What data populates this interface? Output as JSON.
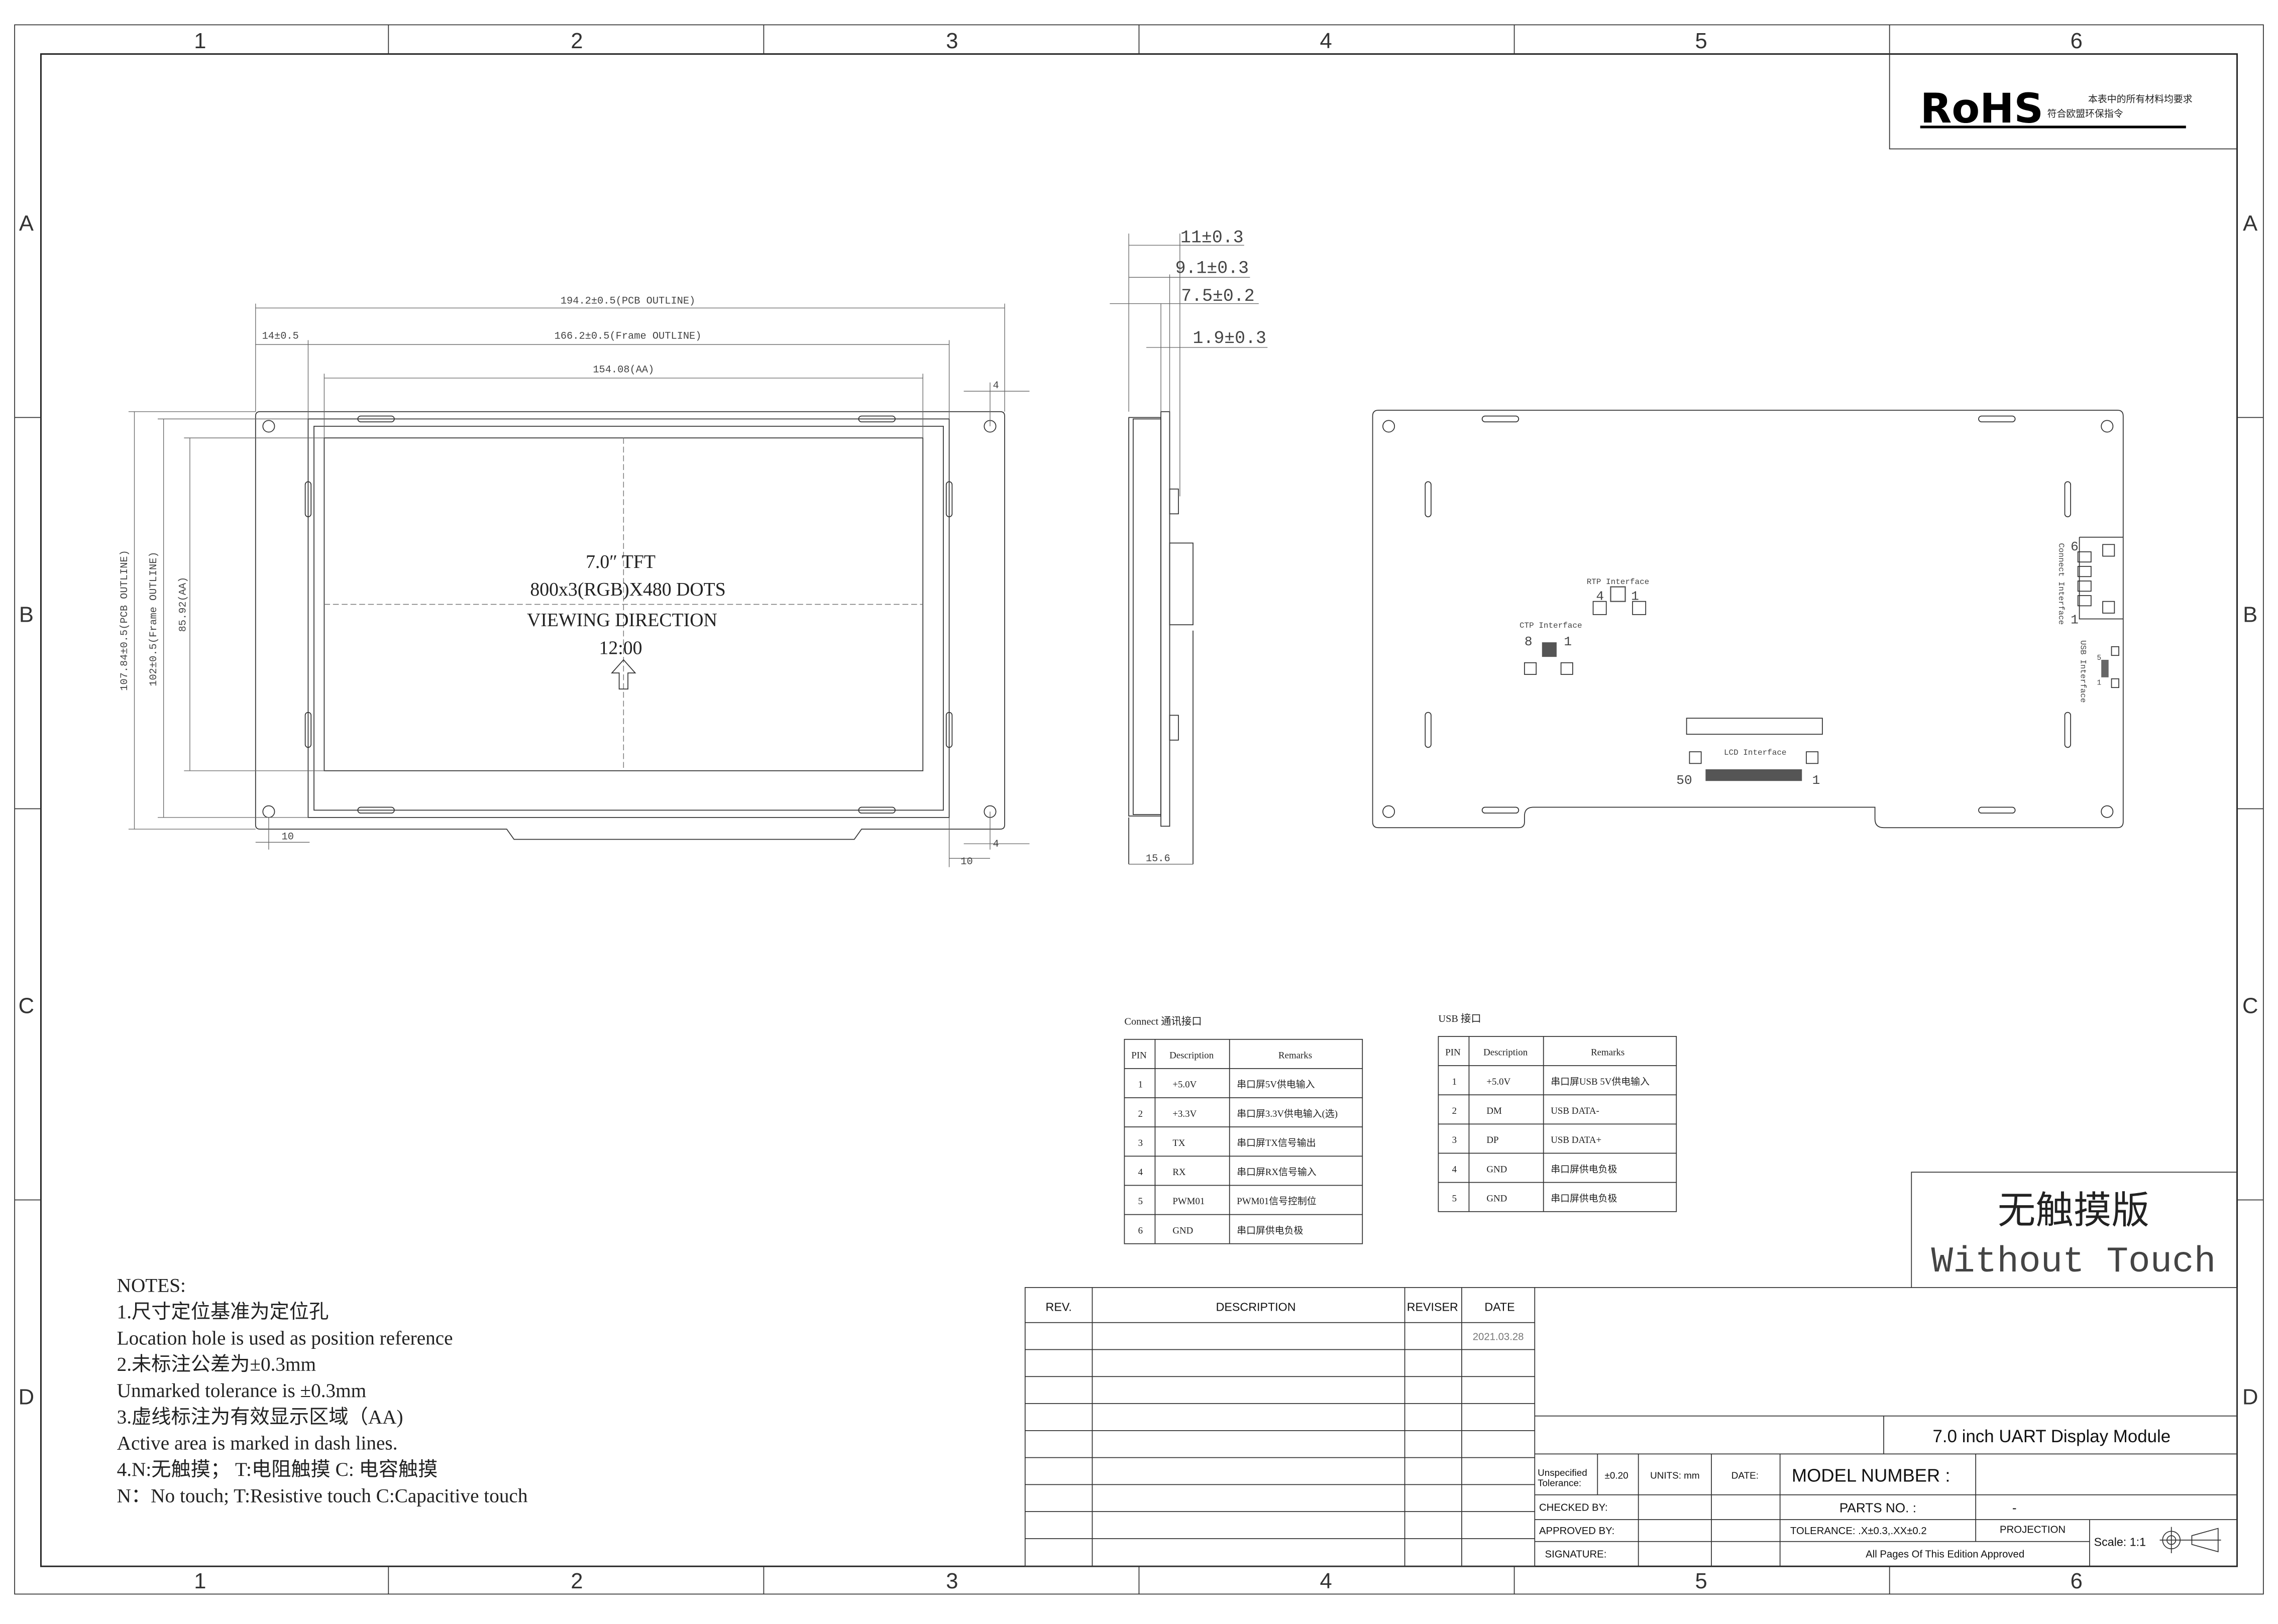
{
  "zones": {
    "columns": [
      "1",
      "2",
      "3",
      "4",
      "5",
      "6"
    ],
    "rows": [
      "A",
      "B",
      "C",
      "D"
    ]
  },
  "rohs": {
    "logo": "RoHS",
    "line1": "本表中的所有材料均要求",
    "line2": "符合欧盟环保指令"
  },
  "front_view": {
    "dim_pcb_width": "194.2±0.5(PCB OUTLINE)",
    "dim_offset": "14±0.5",
    "dim_frame_width": "166.2±0.5(Frame OUTLINE)",
    "dim_aa_width": "154.08(AA)",
    "dim_pcb_height": "107.84±0.5(PCB OUTLINE)",
    "dim_frame_height": "102±0.5(Frame OUTLINE)",
    "dim_aa_height": "85.92(AA)",
    "dim_hole_top": "4",
    "dim_hole_bottom": "4",
    "dim_hole_left": "10",
    "dim_hole_right": "10",
    "size": "7.0″ TFT",
    "resolution": "800x3(RGB)X480 DOTS",
    "viewing_label": "VIEWING DIRECTION",
    "viewing_value": "12:00"
  },
  "side_view": {
    "dim1": "11±0.3",
    "dim2": "9.1±0.3",
    "dim3": "7.5±0.2",
    "dim4": "1.9±0.3",
    "dim_depth": "15.6"
  },
  "back_view": {
    "rtp": "RTP Interface",
    "rtp_pin_a": "4",
    "rtp_pin_b": "1",
    "ctp": "CTP Interface",
    "ctp_pin_a": "8",
    "ctp_pin_b": "1",
    "lcd": "LCD Interface",
    "lcd_pin_a": "50",
    "lcd_pin_b": "1",
    "connect": "Connect Interface",
    "connect_pin_a": "6",
    "connect_pin_b": "1",
    "usb": "USB Interface",
    "usb_pin_a": "5",
    "usb_pin_b": "1"
  },
  "connect_table": {
    "title": "Connect 通讯接口",
    "headers": [
      "PIN",
      "Description",
      "Remarks"
    ],
    "rows": [
      [
        "1",
        "+5.0V",
        "串口屏5V供电输入"
      ],
      [
        "2",
        "+3.3V",
        "串口屏3.3V供电输入(选)"
      ],
      [
        "3",
        "TX",
        "串口屏TX信号输出"
      ],
      [
        "4",
        "RX",
        "串口屏RX信号输入"
      ],
      [
        "5",
        "PWM01",
        "PWM01信号控制位"
      ],
      [
        "6",
        "GND",
        "串口屏供电负极"
      ]
    ]
  },
  "usb_table": {
    "title": "USB 接口",
    "headers": [
      "PIN",
      "Description",
      "Remarks"
    ],
    "rows": [
      [
        "1",
        "+5.0V",
        "串口屏USB 5V供电输入"
      ],
      [
        "2",
        "DM",
        "USB DATA-"
      ],
      [
        "3",
        "DP",
        "USB DATA+"
      ],
      [
        "4",
        "GND",
        "串口屏供电负极"
      ],
      [
        "5",
        "GND",
        "串口屏供电负极"
      ]
    ]
  },
  "variant": {
    "cn": "无触摸版",
    "en": "Without Touch"
  },
  "notes": {
    "title": "NOTES:",
    "lines": [
      "1.尺寸定位基准为定位孔",
      "Location hole is used as position reference",
      "2.未标注公差为±0.3mm",
      "Unmarked tolerance is ±0.3mm",
      "3.虚线标注为有效显示区域（AA)",
      "Active area is marked in dash lines.",
      "4.N:无触摸；  T:电阻触摸  C: 电容触摸",
      "N：No touch; T:Resistive touch C:Capacitive touch"
    ]
  },
  "revision_table": {
    "headers": [
      "REV.",
      "DESCRIPTION",
      "REVISER",
      "DATE"
    ],
    "date": "2021.03.28"
  },
  "title_block": {
    "product": "7.0 inch UART Display Module",
    "unspecified_tolerance": "Unspecified",
    "unspecified_tolerance2": "Tolerance:",
    "tolerance_value": "±0.20",
    "units": "UNITS: mm",
    "date_label": "DATE:",
    "model_number": "MODEL NUMBER :",
    "checked_by": "CHECKED  BY:",
    "parts_no": "PARTS NO. :",
    "parts_no_value": "-",
    "approved_by": "APPROVED BY:",
    "tolerance": "TOLERANCE:   .X±0.3,.XX±0.2",
    "projection": "PROJECTION",
    "signature": "SIGNATURE:",
    "approval": "All Pages Of This Edition Approved",
    "scale": "Scale: 1:1"
  }
}
